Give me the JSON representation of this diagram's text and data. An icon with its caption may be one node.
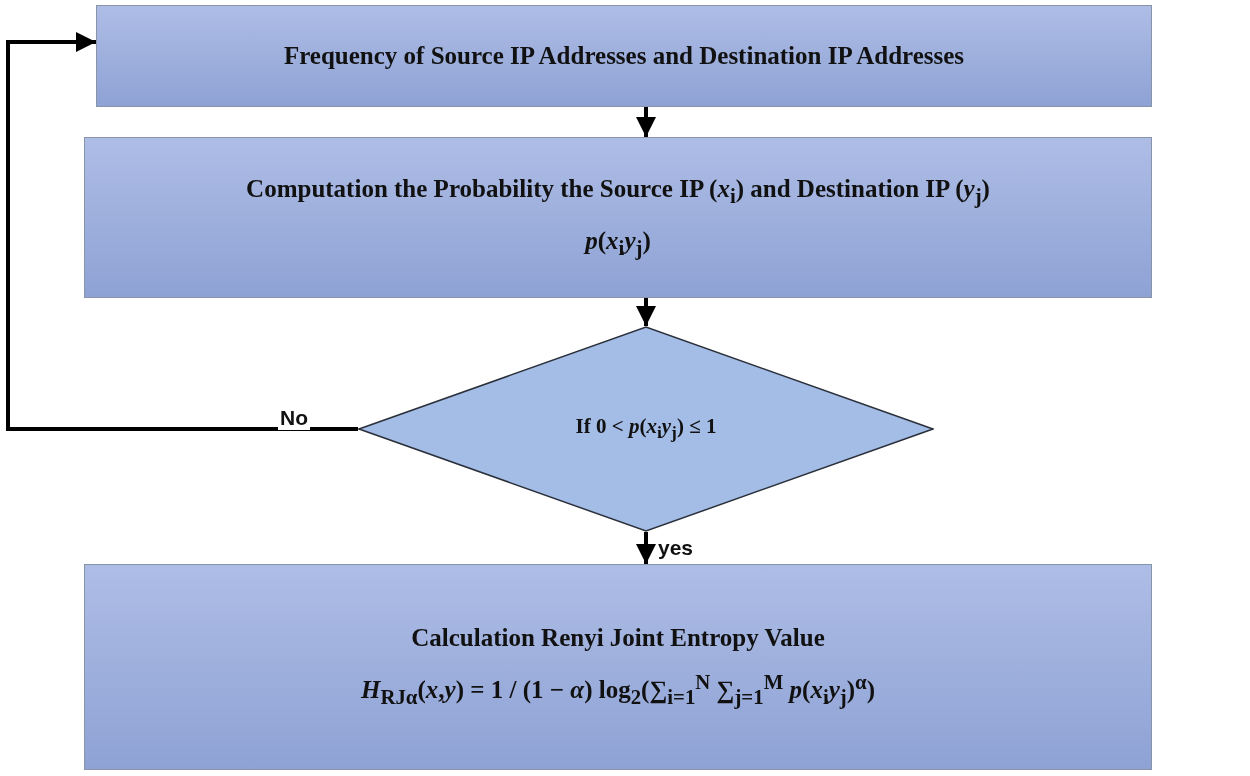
{
  "diagram": {
    "nodes": [
      {
        "text": [
          "Frequency of Source IP Addresses and Destination IP Addresses"
        ]
      },
      {
        "text": [
          "Computation the Probability the Source IP (*x*$_{i}$) and Destination IP (*y*$_{j}$)",
          "*p*(*x*$_{i}$*y*$_{j}$)"
        ]
      },
      {
        "text": [
          "If 0 < *p*(*x*$_{i}$*y*$_{j}$) ≤ 1"
        ]
      },
      {
        "text": [
          "Calculation Renyi Joint Entropy Value",
          "*H*$_{RJα}$(*x*,*y*) = 1 / (1 − *α*) log$_{2}$(∑$_{i=1}$$^{N}$ ∑$_{j=1}$$^{M}$ *p*(*x*$_{i}$*y*$_{j}$)$^{α}$)"
        ]
      }
    ],
    "edges": [
      {
        "from": 0,
        "to": 1,
        "arrow": "to"
      },
      {
        "from": 1,
        "to": 2,
        "arrow": "to"
      },
      {
        "from": 2,
        "to": 3,
        "arrow": "to",
        "label": "yes"
      },
      {
        "from": 2,
        "to": 0,
        "arrow": "to",
        "label": "No"
      }
    ]
  }
}
